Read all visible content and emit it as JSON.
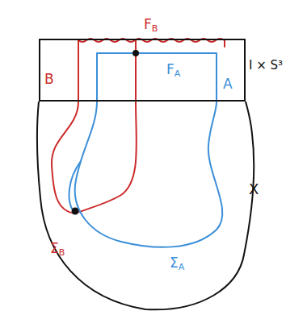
{
  "diagram": {
    "nodes": [
      {
        "text": [
          "I × S³"
        ]
      },
      {
        "text": [
          "X"
        ]
      }
    ],
    "labels": [
      "FB",
      "B",
      "FA",
      "A",
      "ΣB",
      "ΣA"
    ]
  }
}
